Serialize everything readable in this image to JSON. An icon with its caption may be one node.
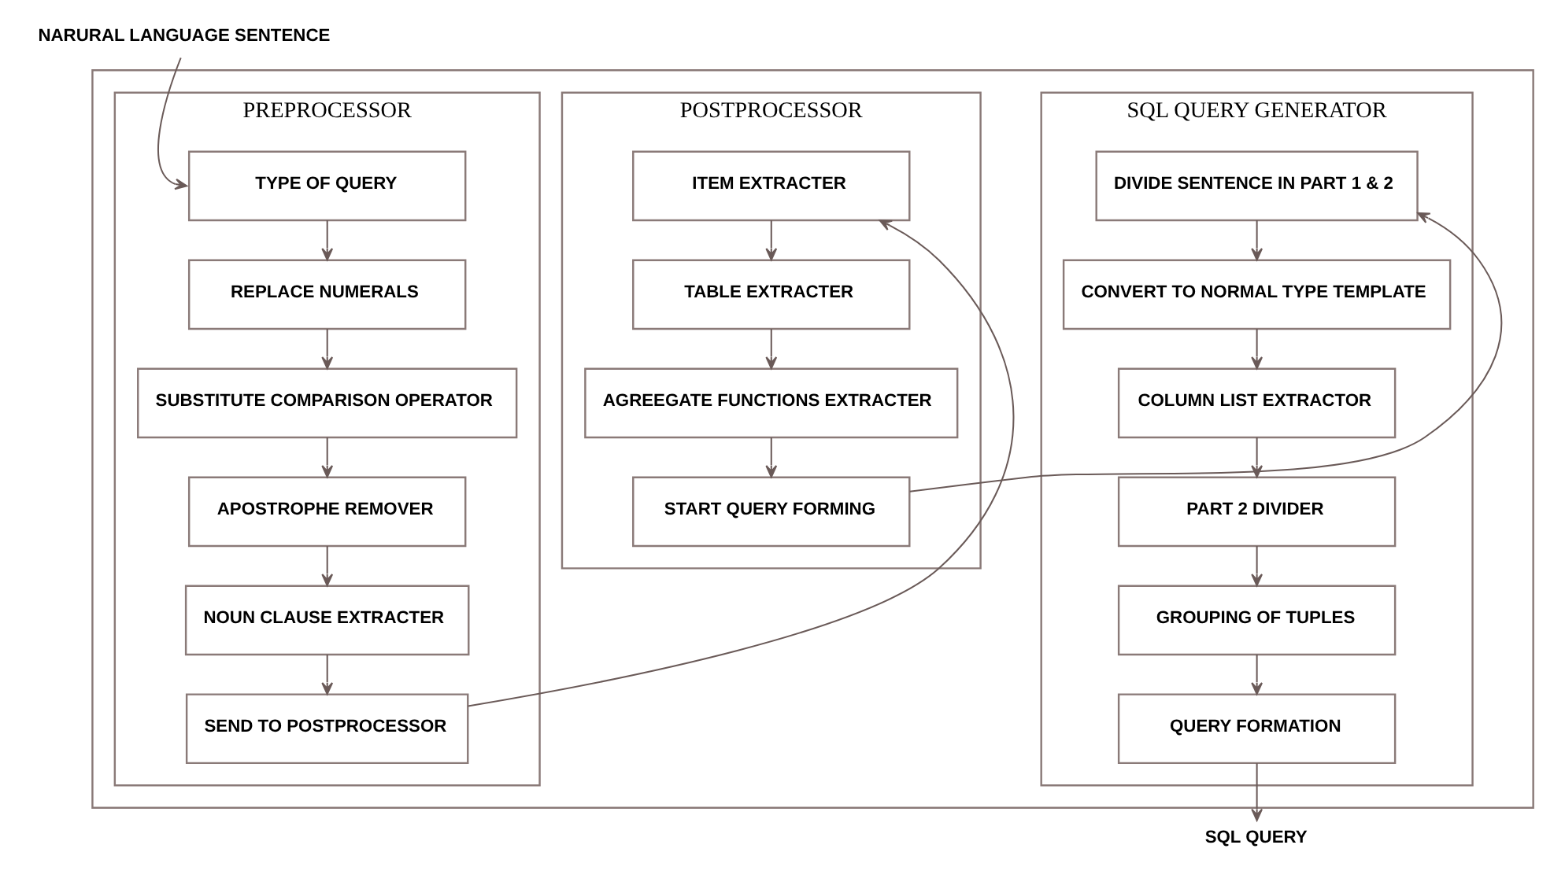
{
  "diagram": {
    "nodes": [
      {
        "text": [],
        "shape": "box"
      },
      {
        "text": [
          "NARURAL LANGUAGE SENTENCE"
        ]
      },
      {
        "text": [
          "PREPROCESSOR"
        ],
        "in": 0
      },
      {
        "text": [
          "TYPE OF QUERY"
        ],
        "in": 2
      },
      {
        "text": [
          "REPLACE NUMERALS"
        ],
        "in": 2
      },
      {
        "text": [
          "SUBSTITUTE COMPARISON OPERATOR"
        ],
        "in": 2
      },
      {
        "text": [
          "APOSTROPHE REMOVER"
        ],
        "in": 2
      },
      {
        "text": [
          "NOUN CLAUSE EXTRACTER"
        ],
        "in": 2
      },
      {
        "text": [
          "SEND TO POSTPROCESSOR"
        ],
        "in": 2
      },
      {
        "text": [
          "POSTPROCESSOR"
        ],
        "in": 0
      },
      {
        "text": [
          "ITEM EXTRACTER"
        ],
        "in": 9
      },
      {
        "text": [
          "TABLE EXTRACTER"
        ],
        "in": 9
      },
      {
        "text": [
          "AGREEGATE FUNCTIONS EXTRACTER"
        ],
        "in": 9
      },
      {
        "text": [
          "START QUERY FORMING"
        ],
        "in": 9
      },
      {
        "text": [
          "SQL QUERY GENERATOR"
        ],
        "in": 0
      },
      {
        "text": [
          "DIVIDE SENTENCE IN PART 1 & 2"
        ],
        "in": 14
      },
      {
        "text": [
          "CONVERT TO NORMAL TYPE TEMPLATE"
        ],
        "in": 14
      },
      {
        "text": [
          "COLUMN LIST EXTRACTOR"
        ],
        "in": 14
      },
      {
        "text": [
          "PART 2 DIVIDER"
        ],
        "in": 14
      },
      {
        "text": [
          "GROUPING OF TUPLES"
        ],
        "in": 14
      },
      {
        "text": [
          "QUERY FORMATION"
        ],
        "in": 14
      },
      {
        "text": [
          "SQL QUERY"
        ]
      }
    ],
    "edges": [
      {
        "from": 1,
        "to": 3,
        "arrow": "to"
      },
      {
        "from": 3,
        "to": 4,
        "arrow": "to"
      },
      {
        "from": 4,
        "to": 5,
        "arrow": "to"
      },
      {
        "from": 5,
        "to": 6,
        "arrow": "to"
      },
      {
        "from": 6,
        "to": 7,
        "arrow": "to"
      },
      {
        "from": 7,
        "to": 8,
        "arrow": "to"
      },
      {
        "from": 8,
        "to": 10,
        "arrow": "to"
      },
      {
        "from": 10,
        "to": 11,
        "arrow": "to"
      },
      {
        "from": 11,
        "to": 12,
        "arrow": "to"
      },
      {
        "from": 12,
        "to": 13,
        "arrow": "to"
      },
      {
        "from": 13,
        "to": 15,
        "arrow": "to"
      },
      {
        "from": 15,
        "to": 16,
        "arrow": "to"
      },
      {
        "from": 16,
        "to": 17,
        "arrow": "to"
      },
      {
        "from": 17,
        "to": 18,
        "arrow": "to"
      },
      {
        "from": 18,
        "to": 19,
        "arrow": "to"
      },
      {
        "from": 19,
        "to": 20,
        "arrow": "to"
      },
      {
        "from": 20,
        "to": 21,
        "arrow": "to"
      }
    ]
  }
}
